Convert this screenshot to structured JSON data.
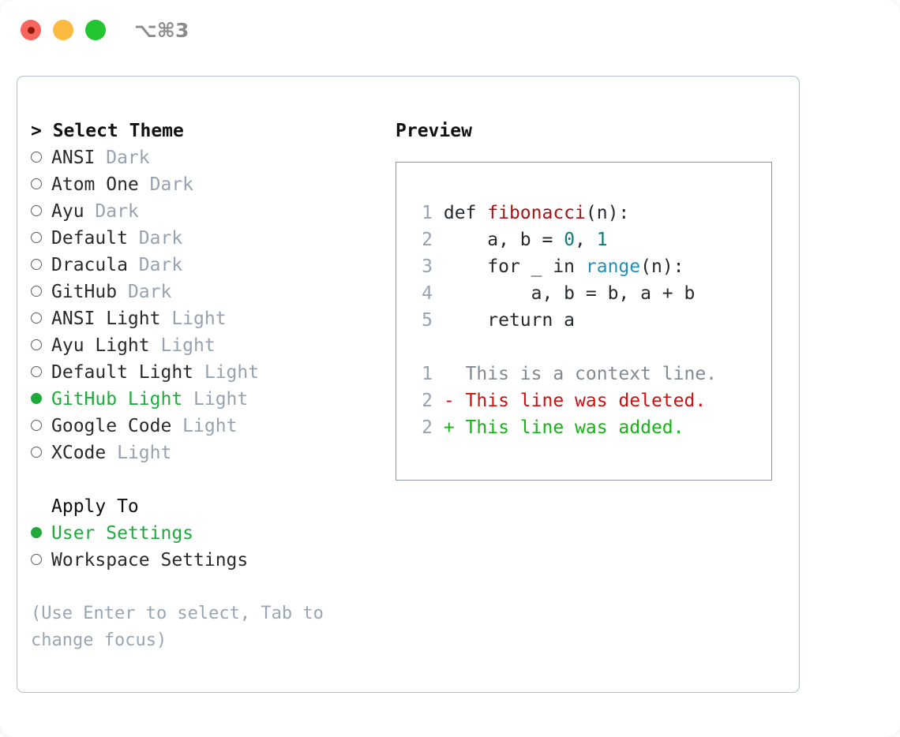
{
  "titlebar": {
    "shortcut": "⌥⌘3",
    "lights": {
      "close": "close-window",
      "minimize": "minimize-window",
      "maximize": "maximize-window"
    },
    "colors": {
      "close": "#f9645c",
      "close_center": "#8b1a14",
      "minimize": "#fcbb40",
      "maximize": "#23c531"
    }
  },
  "theme_section": {
    "heading": "> Select Theme",
    "bullet_selected": "●",
    "bullet_unselected": "○",
    "items": [
      {
        "name": "ANSI",
        "tag": "Dark",
        "selected": false
      },
      {
        "name": "Atom One",
        "tag": "Dark",
        "selected": false
      },
      {
        "name": "Ayu",
        "tag": "Dark",
        "selected": false
      },
      {
        "name": "Default",
        "tag": "Dark",
        "selected": false
      },
      {
        "name": "Dracula",
        "tag": "Dark",
        "selected": false
      },
      {
        "name": "GitHub",
        "tag": "Dark",
        "selected": false
      },
      {
        "name": "ANSI Light",
        "tag": "Light",
        "selected": false
      },
      {
        "name": "Ayu Light",
        "tag": "Light",
        "selected": false
      },
      {
        "name": "Default Light",
        "tag": "Light",
        "selected": false
      },
      {
        "name": "GitHub Light",
        "tag": "Light",
        "selected": true
      },
      {
        "name": "Google Code",
        "tag": "Light",
        "selected": false
      },
      {
        "name": "XCode",
        "tag": "Light",
        "selected": false
      }
    ]
  },
  "apply_section": {
    "heading": "Apply To",
    "items": [
      {
        "name": "User Settings",
        "selected": true
      },
      {
        "name": "Workspace Settings",
        "selected": false
      }
    ]
  },
  "hint": "(Use Enter to select, Tab to change focus)",
  "preview": {
    "heading": "Preview",
    "code_lines": [
      {
        "num": "1",
        "tokens": [
          {
            "t": "def ",
            "c": "plain"
          },
          {
            "t": "fibonacci",
            "c": "func"
          },
          {
            "t": "(n):",
            "c": "plain"
          }
        ]
      },
      {
        "num": "2",
        "tokens": [
          {
            "t": "    a, b = ",
            "c": "plain"
          },
          {
            "t": "0",
            "c": "num"
          },
          {
            "t": ", ",
            "c": "plain"
          },
          {
            "t": "1",
            "c": "num"
          }
        ]
      },
      {
        "num": "3",
        "tokens": [
          {
            "t": "    for _ in ",
            "c": "plain"
          },
          {
            "t": "range",
            "c": "builtin"
          },
          {
            "t": "(n):",
            "c": "plain"
          }
        ]
      },
      {
        "num": "4",
        "tokens": [
          {
            "t": "        a, b = b, a + b",
            "c": "plain"
          }
        ]
      },
      {
        "num": "5",
        "tokens": [
          {
            "t": "    return a",
            "c": "plain"
          }
        ]
      }
    ],
    "diff_lines": [
      {
        "num": "1",
        "marker": "  ",
        "text": "This is a context line.",
        "c": "ctx"
      },
      {
        "num": "2",
        "marker": "- ",
        "text": "This line was deleted.",
        "c": "del"
      },
      {
        "num": "2",
        "marker": "+ ",
        "text": "This line was added.",
        "c": "add"
      }
    ]
  },
  "colors": {
    "accent_green": "#1faa3c",
    "muted": "#97a2b0",
    "func_red": "#a31515",
    "number_teal": "#0d7b7b",
    "builtin_blue": "#1f8fbf",
    "diff_delete": "#cc1111",
    "diff_add": "#17b317",
    "panel_border": "#b5bfcc",
    "preview_border": "#8b97a8"
  }
}
